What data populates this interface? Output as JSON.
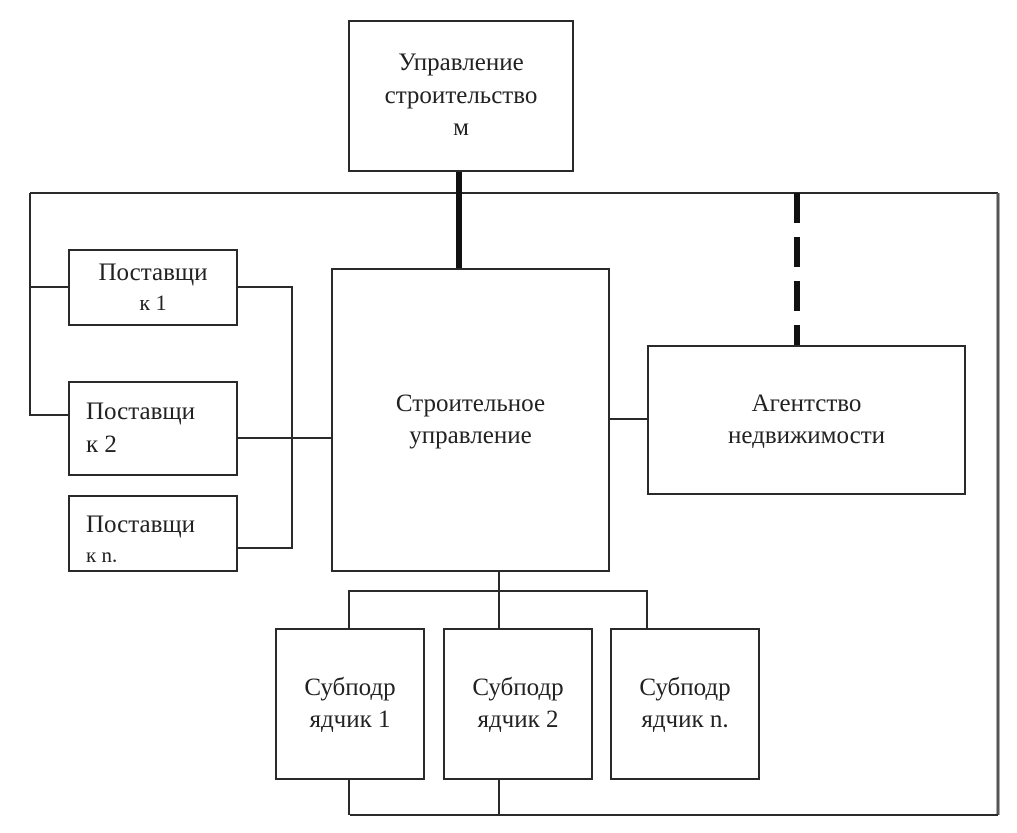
{
  "diagram": {
    "type": "org-structure",
    "colors": {
      "line": "#2a2a2a",
      "outer_frame": "#555555",
      "background": "#ffffff"
    },
    "nodes": {
      "management": {
        "lines": [
          "Управление",
          "строительство",
          "м"
        ]
      },
      "construction_office": {
        "lines": [
          "Строительное",
          "управление"
        ]
      },
      "real_estate_agency": {
        "lines": [
          "Агентство",
          "недвижимости"
        ]
      },
      "supplier_1": {
        "lines": [
          "Поставщи",
          "к 1"
        ]
      },
      "supplier_2": {
        "lines": [
          "Поставщи",
          "к 2"
        ]
      },
      "supplier_n": {
        "lines": [
          "Поставщи",
          "к n."
        ]
      },
      "subcontractor_1": {
        "lines": [
          "Субподр",
          "ядчик 1"
        ]
      },
      "subcontractor_2": {
        "lines": [
          "Субподр",
          "ядчик 2"
        ]
      },
      "subcontractor_n": {
        "lines": [
          "Субподр",
          "ядчик n."
        ]
      }
    },
    "edges": [
      {
        "from": "management",
        "to": "construction_office",
        "style": "bold"
      },
      {
        "from": "management",
        "to": "real_estate_agency",
        "style": "bold-dashed"
      },
      {
        "from": "management",
        "to": "supplier_1",
        "style": "solid"
      },
      {
        "from": "management",
        "to": "supplier_2",
        "style": "solid"
      },
      {
        "from": "supplier_1",
        "to": "construction_office",
        "style": "solid"
      },
      {
        "from": "supplier_2",
        "to": "construction_office",
        "style": "solid"
      },
      {
        "from": "supplier_n",
        "to": "construction_office",
        "style": "solid"
      },
      {
        "from": "construction_office",
        "to": "real_estate_agency",
        "style": "solid"
      },
      {
        "from": "construction_office",
        "to": "subcontractor_1",
        "style": "solid"
      },
      {
        "from": "construction_office",
        "to": "subcontractor_2",
        "style": "solid"
      },
      {
        "from": "construction_office",
        "to": "subcontractor_n",
        "style": "solid"
      },
      {
        "from": "subcontractor_1",
        "to": "management",
        "style": "solid"
      },
      {
        "from": "subcontractor_2",
        "to": "management",
        "style": "solid"
      }
    ]
  }
}
